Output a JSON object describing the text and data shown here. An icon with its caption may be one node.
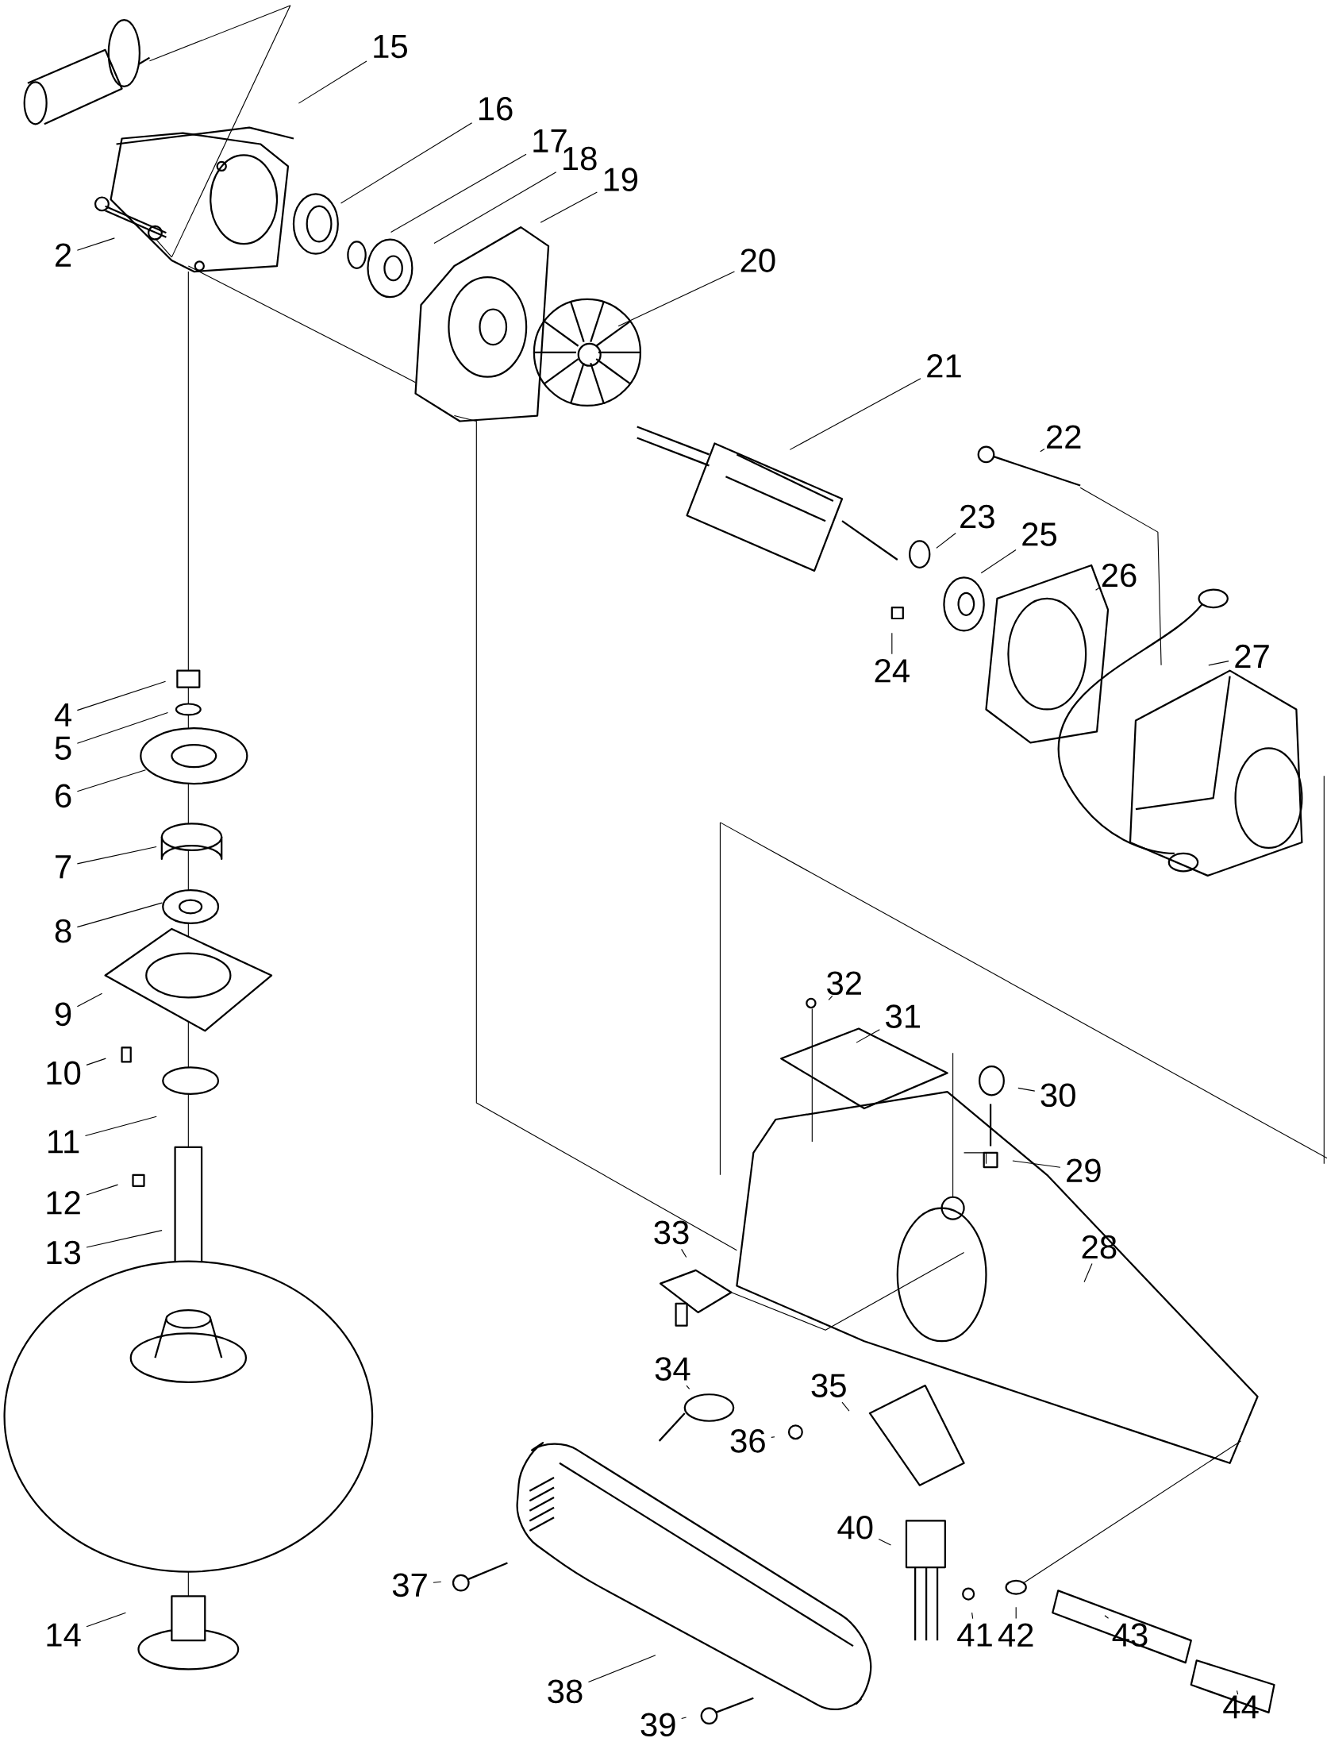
{
  "diagram": {
    "nodes": [
      {
        "text": [
          "15"
        ]
      },
      {
        "text": [
          "16"
        ]
      },
      {
        "text": [
          "17"
        ]
      },
      {
        "text": [
          "18"
        ]
      },
      {
        "text": [
          "19"
        ]
      },
      {
        "text": [
          "2"
        ]
      },
      {
        "text": [
          "20"
        ]
      },
      {
        "text": [
          "21"
        ]
      },
      {
        "text": [
          "22"
        ]
      },
      {
        "text": [
          "23"
        ]
      },
      {
        "text": [
          "25"
        ]
      },
      {
        "text": [
          "26"
        ]
      },
      {
        "text": [
          "27"
        ]
      },
      {
        "text": [
          "24"
        ]
      },
      {
        "text": [
          "4"
        ]
      },
      {
        "text": [
          "5"
        ]
      },
      {
        "text": [
          "6"
        ]
      },
      {
        "text": [
          "7"
        ]
      },
      {
        "text": [
          "8"
        ]
      },
      {
        "text": [
          "32"
        ]
      },
      {
        "text": [
          "31"
        ]
      },
      {
        "text": [
          "9"
        ]
      },
      {
        "text": [
          "10"
        ]
      },
      {
        "text": [
          "30"
        ]
      },
      {
        "text": [
          "11"
        ]
      },
      {
        "text": [
          "29"
        ]
      },
      {
        "text": [
          "12"
        ]
      },
      {
        "text": [
          "33"
        ]
      },
      {
        "text": [
          "28"
        ]
      },
      {
        "text": [
          "13"
        ]
      },
      {
        "text": [
          "34"
        ]
      },
      {
        "text": [
          "35"
        ]
      },
      {
        "text": [
          "36"
        ]
      },
      {
        "text": [
          "40"
        ]
      },
      {
        "text": [
          "37"
        ]
      },
      {
        "text": [
          "14"
        ]
      },
      {
        "text": [
          "41"
        ]
      },
      {
        "text": [
          "42"
        ]
      },
      {
        "text": [
          "43"
        ]
      },
      {
        "text": [
          "38"
        ]
      },
      {
        "text": [
          "44"
        ]
      },
      {
        "text": [
          "39"
        ]
      }
    ],
    "edges": [
      {
        "from": 0,
        "to": null,
        "arrow": "none"
      },
      {
        "from": 1,
        "to": null,
        "arrow": "none"
      },
      {
        "from": 2,
        "to": null,
        "arrow": "none"
      },
      {
        "from": 3,
        "to": null,
        "arrow": "none"
      },
      {
        "from": 4,
        "to": null,
        "arrow": "none"
      },
      {
        "from": 5,
        "to": null,
        "arrow": "none"
      },
      {
        "from": 6,
        "to": null,
        "arrow": "none"
      },
      {
        "from": 7,
        "to": null,
        "arrow": "none"
      },
      {
        "from": 8,
        "to": null,
        "arrow": "none"
      },
      {
        "from": 9,
        "to": null,
        "arrow": "none"
      },
      {
        "from": 10,
        "to": null,
        "arrow": "none"
      },
      {
        "from": 11,
        "to": null,
        "arrow": "none"
      },
      {
        "from": 12,
        "to": null,
        "arrow": "none"
      },
      {
        "from": 13,
        "to": null,
        "arrow": "none"
      },
      {
        "from": 14,
        "to": null,
        "arrow": "none"
      },
      {
        "from": 15,
        "to": null,
        "arrow": "none"
      },
      {
        "from": 16,
        "to": null,
        "arrow": "none"
      },
      {
        "from": 17,
        "to": null,
        "arrow": "none"
      },
      {
        "from": 18,
        "to": null,
        "arrow": "none"
      },
      {
        "from": 19,
        "to": null,
        "arrow": "none"
      },
      {
        "from": 20,
        "to": null,
        "arrow": "none"
      },
      {
        "from": 21,
        "to": null,
        "arrow": "none"
      },
      {
        "from": 22,
        "to": null,
        "arrow": "none"
      },
      {
        "from": 23,
        "to": null,
        "arrow": "none"
      },
      {
        "from": 24,
        "to": null,
        "arrow": "none"
      },
      {
        "from": 25,
        "to": null,
        "arrow": "none"
      },
      {
        "from": 26,
        "to": null,
        "arrow": "none"
      },
      {
        "from": 27,
        "to": null,
        "arrow": "none"
      },
      {
        "from": 28,
        "to": null,
        "arrow": "none"
      },
      {
        "from": 29,
        "to": null,
        "arrow": "none"
      },
      {
        "from": 30,
        "to": null,
        "arrow": "none"
      },
      {
        "from": 31,
        "to": null,
        "arrow": "none"
      },
      {
        "from": 32,
        "to": null,
        "arrow": "none"
      },
      {
        "from": 33,
        "to": null,
        "arrow": "none"
      },
      {
        "from": 34,
        "to": null,
        "arrow": "none"
      },
      {
        "from": 35,
        "to": null,
        "arrow": "none"
      },
      {
        "from": 36,
        "to": null,
        "arrow": "none"
      },
      {
        "from": 37,
        "to": null,
        "arrow": "none"
      },
      {
        "from": 38,
        "to": null,
        "arrow": "none"
      },
      {
        "from": 39,
        "to": null,
        "arrow": "none"
      },
      {
        "from": 40,
        "to": null,
        "arrow": "none"
      },
      {
        "from": 41,
        "to": null,
        "arrow": "none"
      }
    ]
  }
}
